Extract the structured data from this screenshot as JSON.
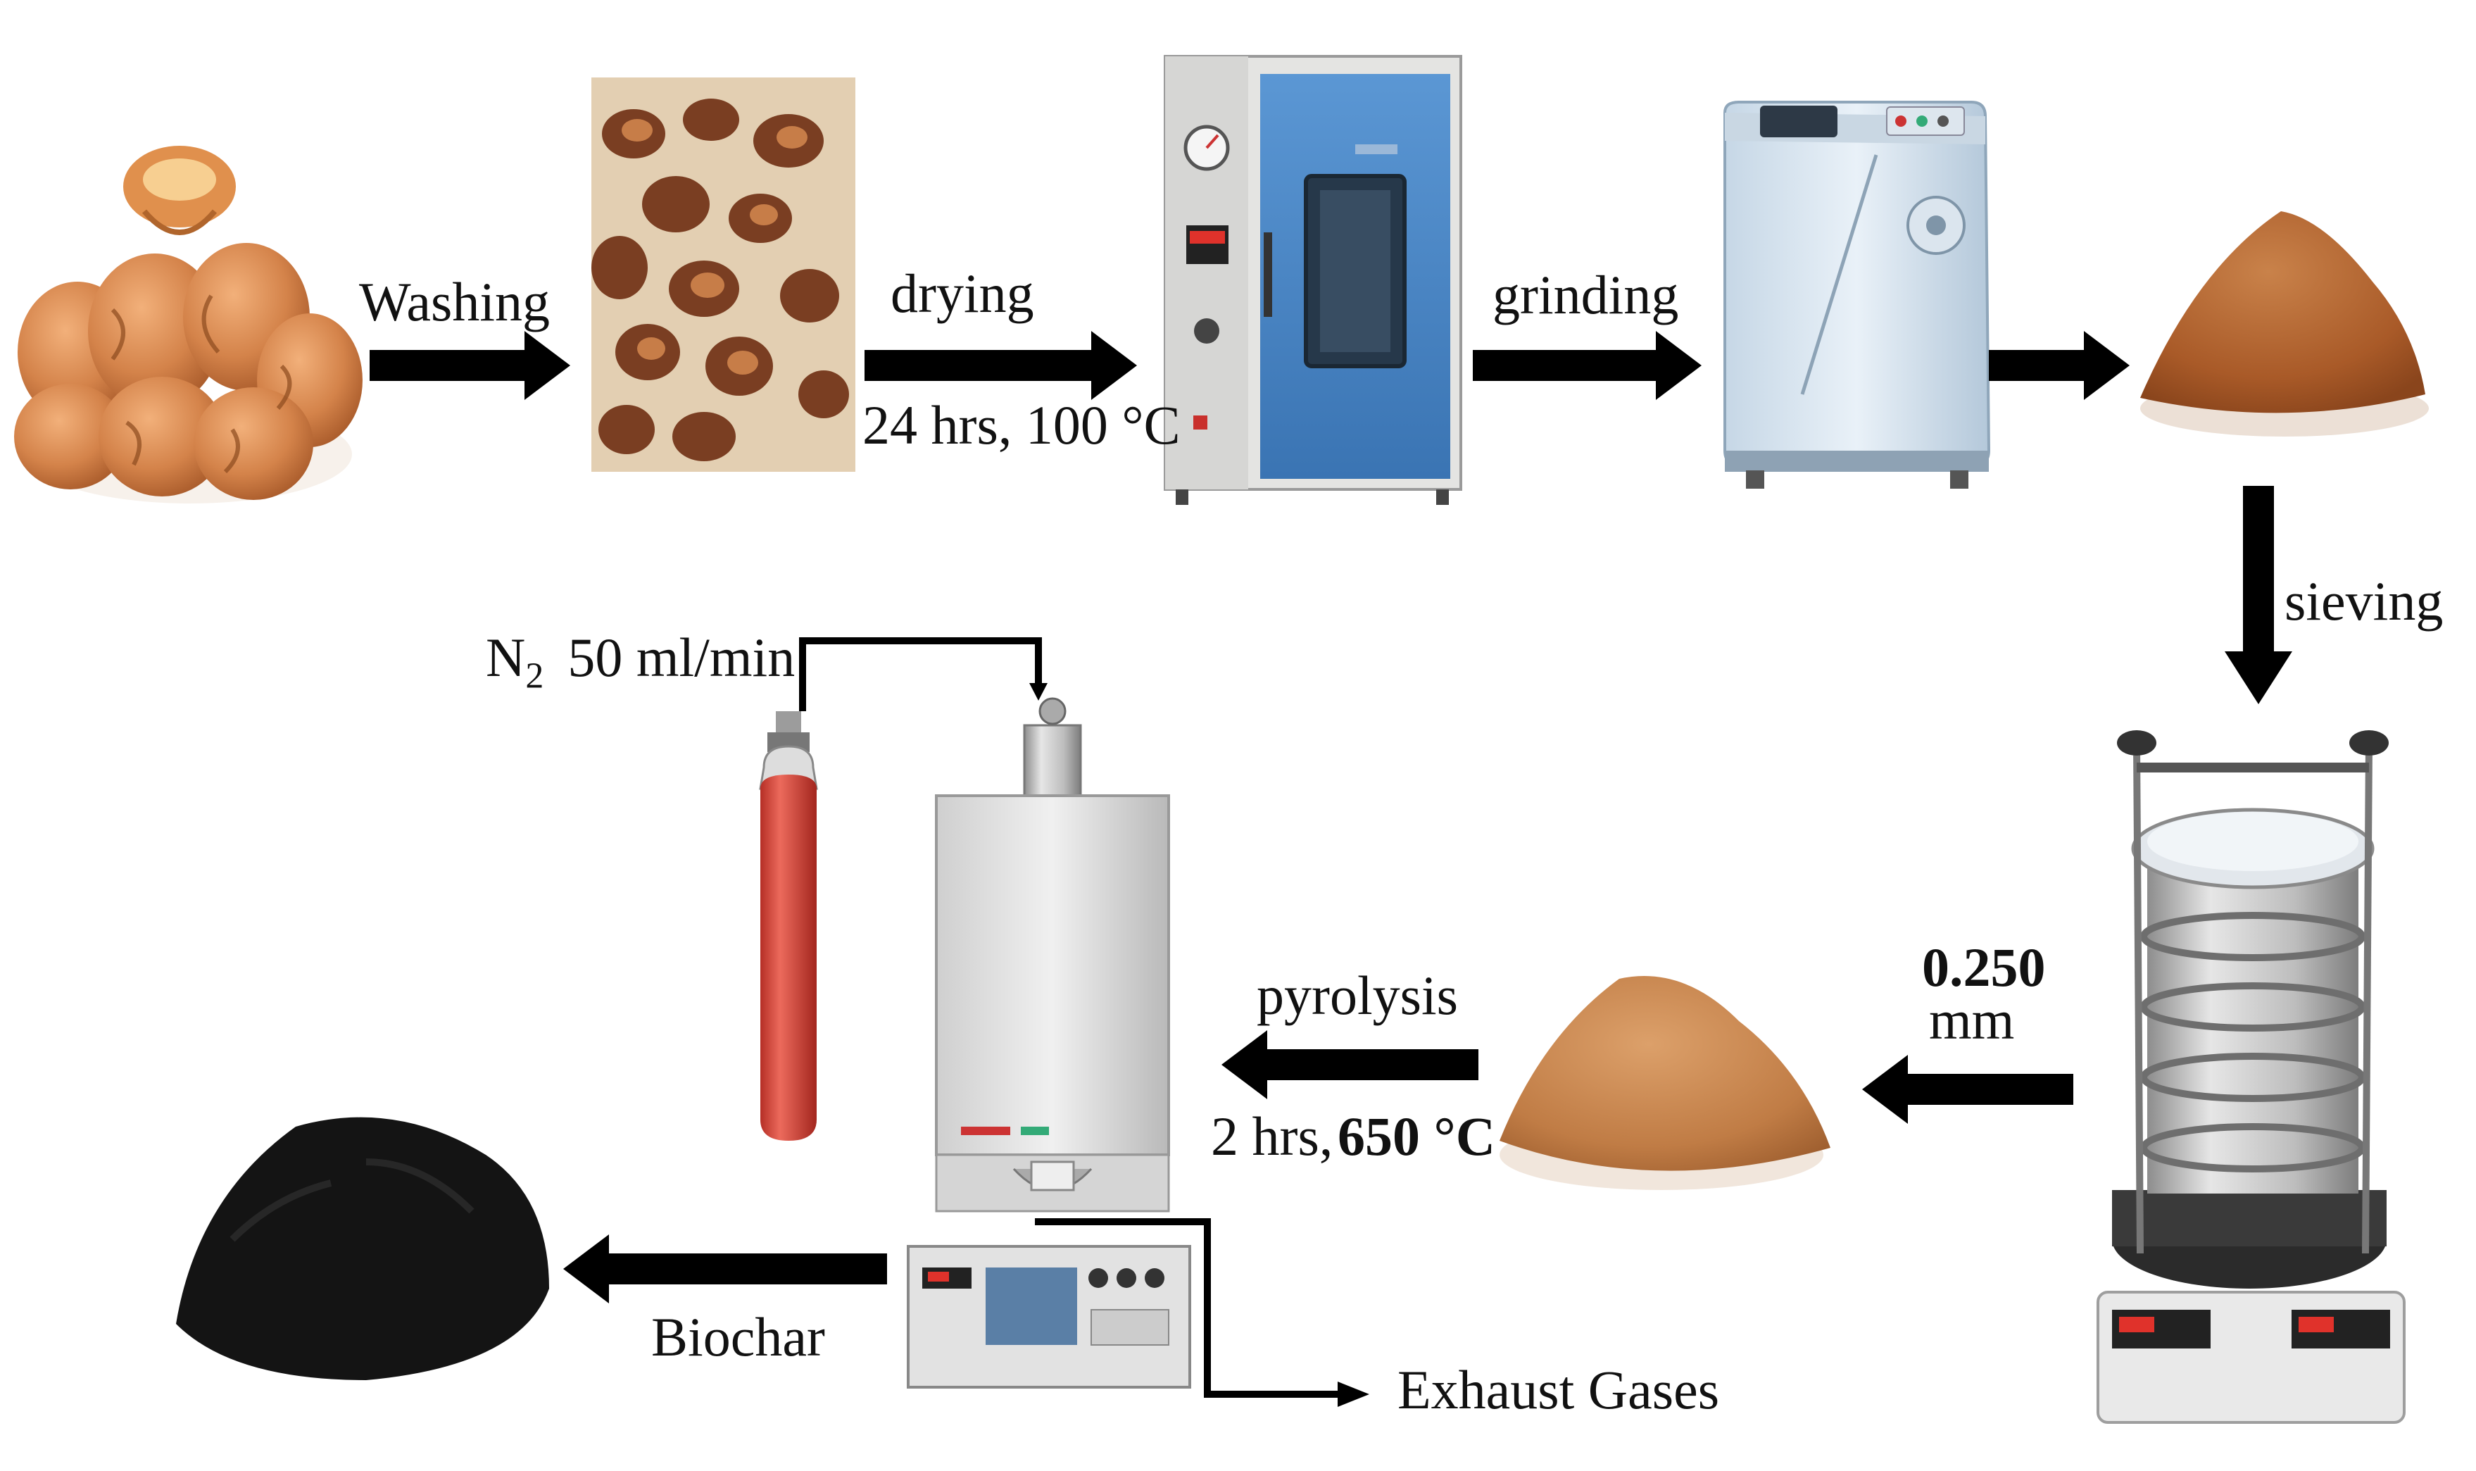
{
  "steps": {
    "washing": "Washing",
    "drying": "drying",
    "drying_condition": "24 hrs, 100 °C",
    "grinding": "grinding",
    "sieving": "sieving",
    "sieve_size_value": "0.250",
    "sieve_size_unit": "mm",
    "pyrolysis": "pyrolysis",
    "pyrolysis_time": "2 hrs,",
    "pyrolysis_temp": "650 °C",
    "biochar": "Biochar",
    "exhaust": "Exhaust Gases"
  },
  "gas": {
    "symbol": "N",
    "subscript": "2",
    "flow": "50 ml/min"
  },
  "colors": {
    "arrow": "#000000",
    "shell": "#d98a4e",
    "powder": "#b3652f",
    "oven_panel": "#4a86c5",
    "cylinder": "#d9453a",
    "biochar": "#111111",
    "steel": "#b8b8b8"
  },
  "icons": [
    "walnut-shells-image",
    "washed-shells-image",
    "drying-oven-icon",
    "grinder-icon",
    "ground-powder-image",
    "sieve-shaker-icon",
    "sieved-powder-image",
    "nitrogen-cylinder-icon",
    "tube-furnace-icon",
    "biochar-pile-image"
  ]
}
